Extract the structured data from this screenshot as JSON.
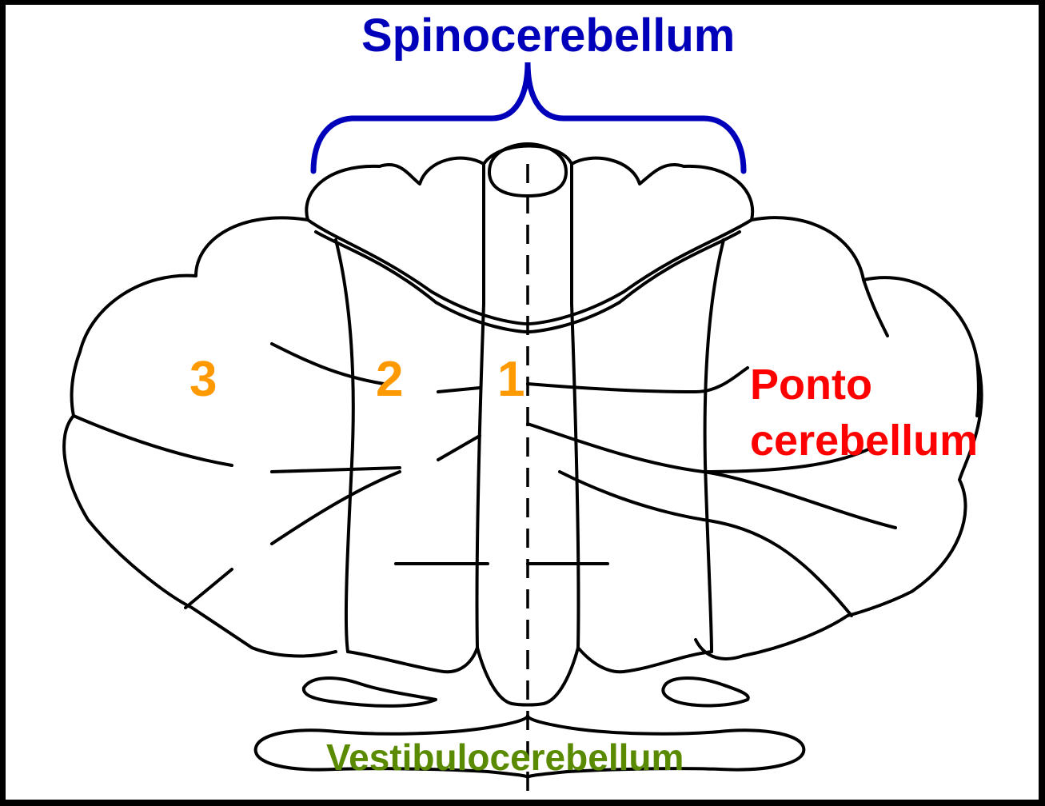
{
  "labels": {
    "spinocerebellum": "Spinocerebellum",
    "pontocerebellum_line1": "Ponto",
    "pontocerebellum_line2": "cerebellum",
    "vestibulocerebellum": "Vestibulocerebellum",
    "zone_3": "3",
    "zone_2": "2",
    "zone_1": "1"
  },
  "colors": {
    "spinocerebellum": "#0000bb",
    "pontocerebellum": "#ff0000",
    "vestibulocerebellum": "#5a8a00",
    "zone_numbers": "#ff9900",
    "outline": "#000000",
    "frame": "#000000"
  }
}
